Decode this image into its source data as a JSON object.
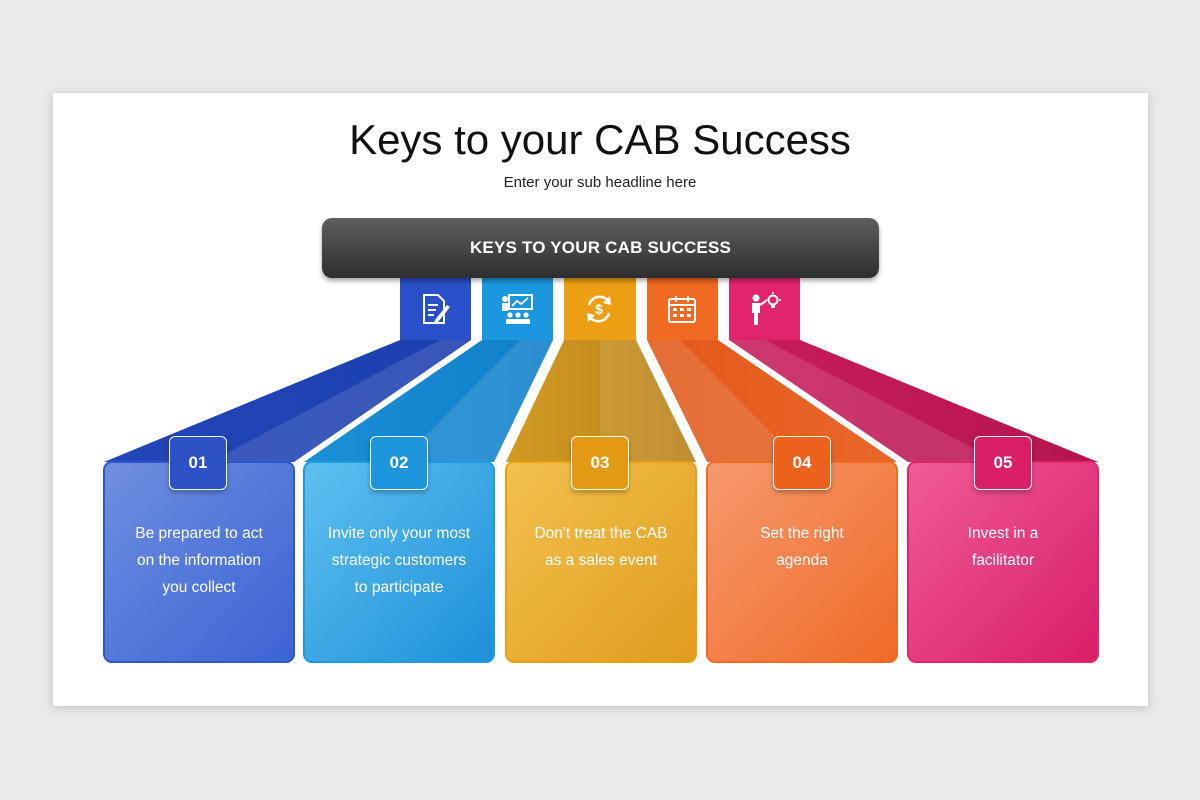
{
  "title": "Keys to your CAB Success",
  "subtitle": "Enter your sub headline here",
  "banner": "KEYS TO YOUR CAB SUCCESS",
  "items": [
    {
      "number": "01",
      "text_lines": [
        "Be prepared to act",
        "on the information",
        "you collect"
      ],
      "icon": "document-pen-icon",
      "color": "#2f57cc"
    },
    {
      "number": "02",
      "text_lines": [
        "Invite only your most",
        "strategic customers",
        "to participate"
      ],
      "icon": "presentation-meeting-icon",
      "color": "#1f9be0"
    },
    {
      "number": "03",
      "text_lines": [
        "Don't treat the CAB",
        "as a sales event"
      ],
      "icon": "dollar-cycle-icon",
      "color": "#e8a015"
    },
    {
      "number": "04",
      "text_lines": [
        "Set the right",
        "agenda"
      ],
      "icon": "calendar-icon",
      "color": "#f06a22"
    },
    {
      "number": "05",
      "text_lines": [
        "Invest in a",
        "facilitator"
      ],
      "icon": "person-idea-icon",
      "color": "#e2246d"
    }
  ]
}
